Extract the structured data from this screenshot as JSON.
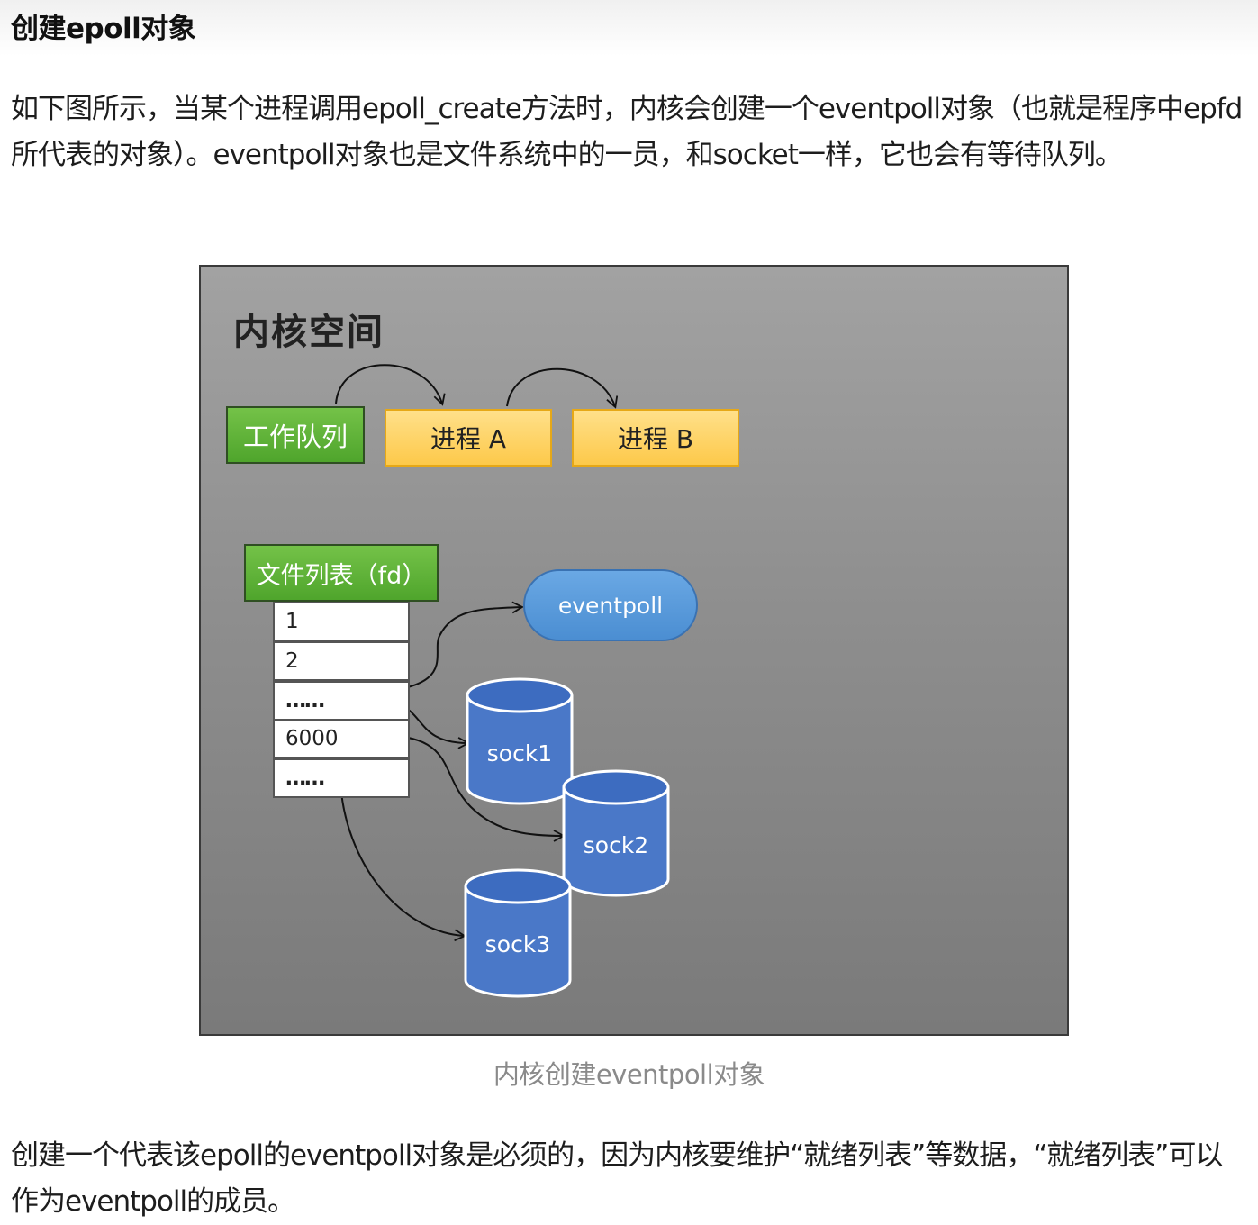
{
  "heading": "创建epoll对象",
  "paragraph1": "如下图所示，当某个进程调用epoll_create方法时，内核会创建一个eventpoll对象（也就是程序中epfd所代表的对象）。eventpoll对象也是文件系统中的一员，和socket一样，它也会有等待队列。",
  "figure": {
    "title": "内核空间",
    "work_queue": "工作队列",
    "process_a": "进程 A",
    "process_b": "进程 B",
    "fd_table_header": "文件列表（fd）",
    "fd_rows": [
      "1",
      "2",
      "……",
      "6000",
      "……"
    ],
    "eventpoll": "eventpoll",
    "sockets": [
      "sock1",
      "sock2",
      "sock3"
    ]
  },
  "caption": "内核创建eventpoll对象",
  "paragraph2": "创建一个代表该epoll的eventpoll对象是必须的，因为内核要维护“就绪列表”等数据，“就绪列表”可以作为eventpoll的成员。"
}
